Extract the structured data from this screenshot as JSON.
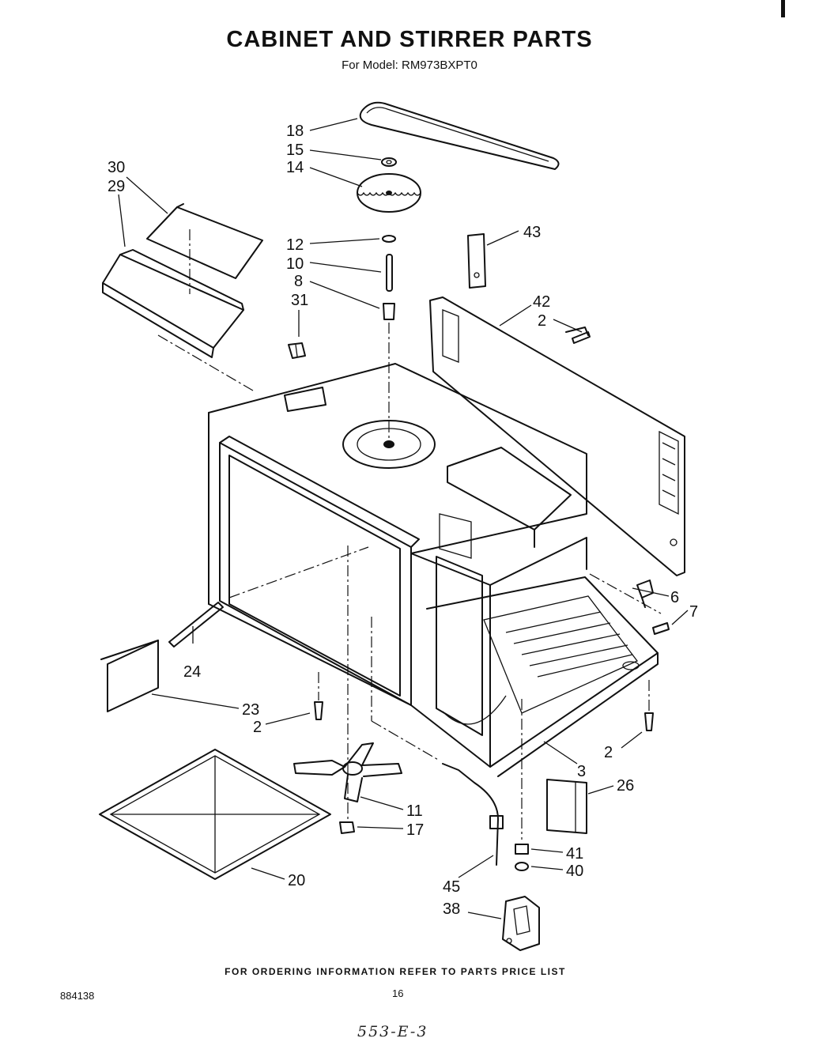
{
  "title": "CABINET AND STIRRER PARTS",
  "subtitle": "For Model: RM973BXPT0",
  "footer_note": "FOR ORDERING INFORMATION REFER TO PARTS PRICE LIST",
  "doc_number": "884138",
  "page_number": "16",
  "handwritten_note": "553-E-3",
  "callouts": [
    {
      "id": "c18",
      "label": "18"
    },
    {
      "id": "c15",
      "label": "15"
    },
    {
      "id": "c14",
      "label": "14"
    },
    {
      "id": "c30",
      "label": "30"
    },
    {
      "id": "c29",
      "label": "29"
    },
    {
      "id": "c12",
      "label": "12"
    },
    {
      "id": "c10",
      "label": "10"
    },
    {
      "id": "c8",
      "label": "8"
    },
    {
      "id": "c31",
      "label": "31"
    },
    {
      "id": "c43",
      "label": "43"
    },
    {
      "id": "c42",
      "label": "42"
    },
    {
      "id": "c2a",
      "label": "2"
    },
    {
      "id": "c6",
      "label": "6"
    },
    {
      "id": "c7",
      "label": "7"
    },
    {
      "id": "c24",
      "label": "24"
    },
    {
      "id": "c23",
      "label": "23"
    },
    {
      "id": "c2b",
      "label": "2"
    },
    {
      "id": "c2c",
      "label": "2"
    },
    {
      "id": "c3",
      "label": "3"
    },
    {
      "id": "c26",
      "label": "26"
    },
    {
      "id": "c11",
      "label": "11"
    },
    {
      "id": "c17",
      "label": "17"
    },
    {
      "id": "c41",
      "label": "41"
    },
    {
      "id": "c40",
      "label": "40"
    },
    {
      "id": "c45",
      "label": "45"
    },
    {
      "id": "c20",
      "label": "20"
    },
    {
      "id": "c38",
      "label": "38"
    }
  ]
}
